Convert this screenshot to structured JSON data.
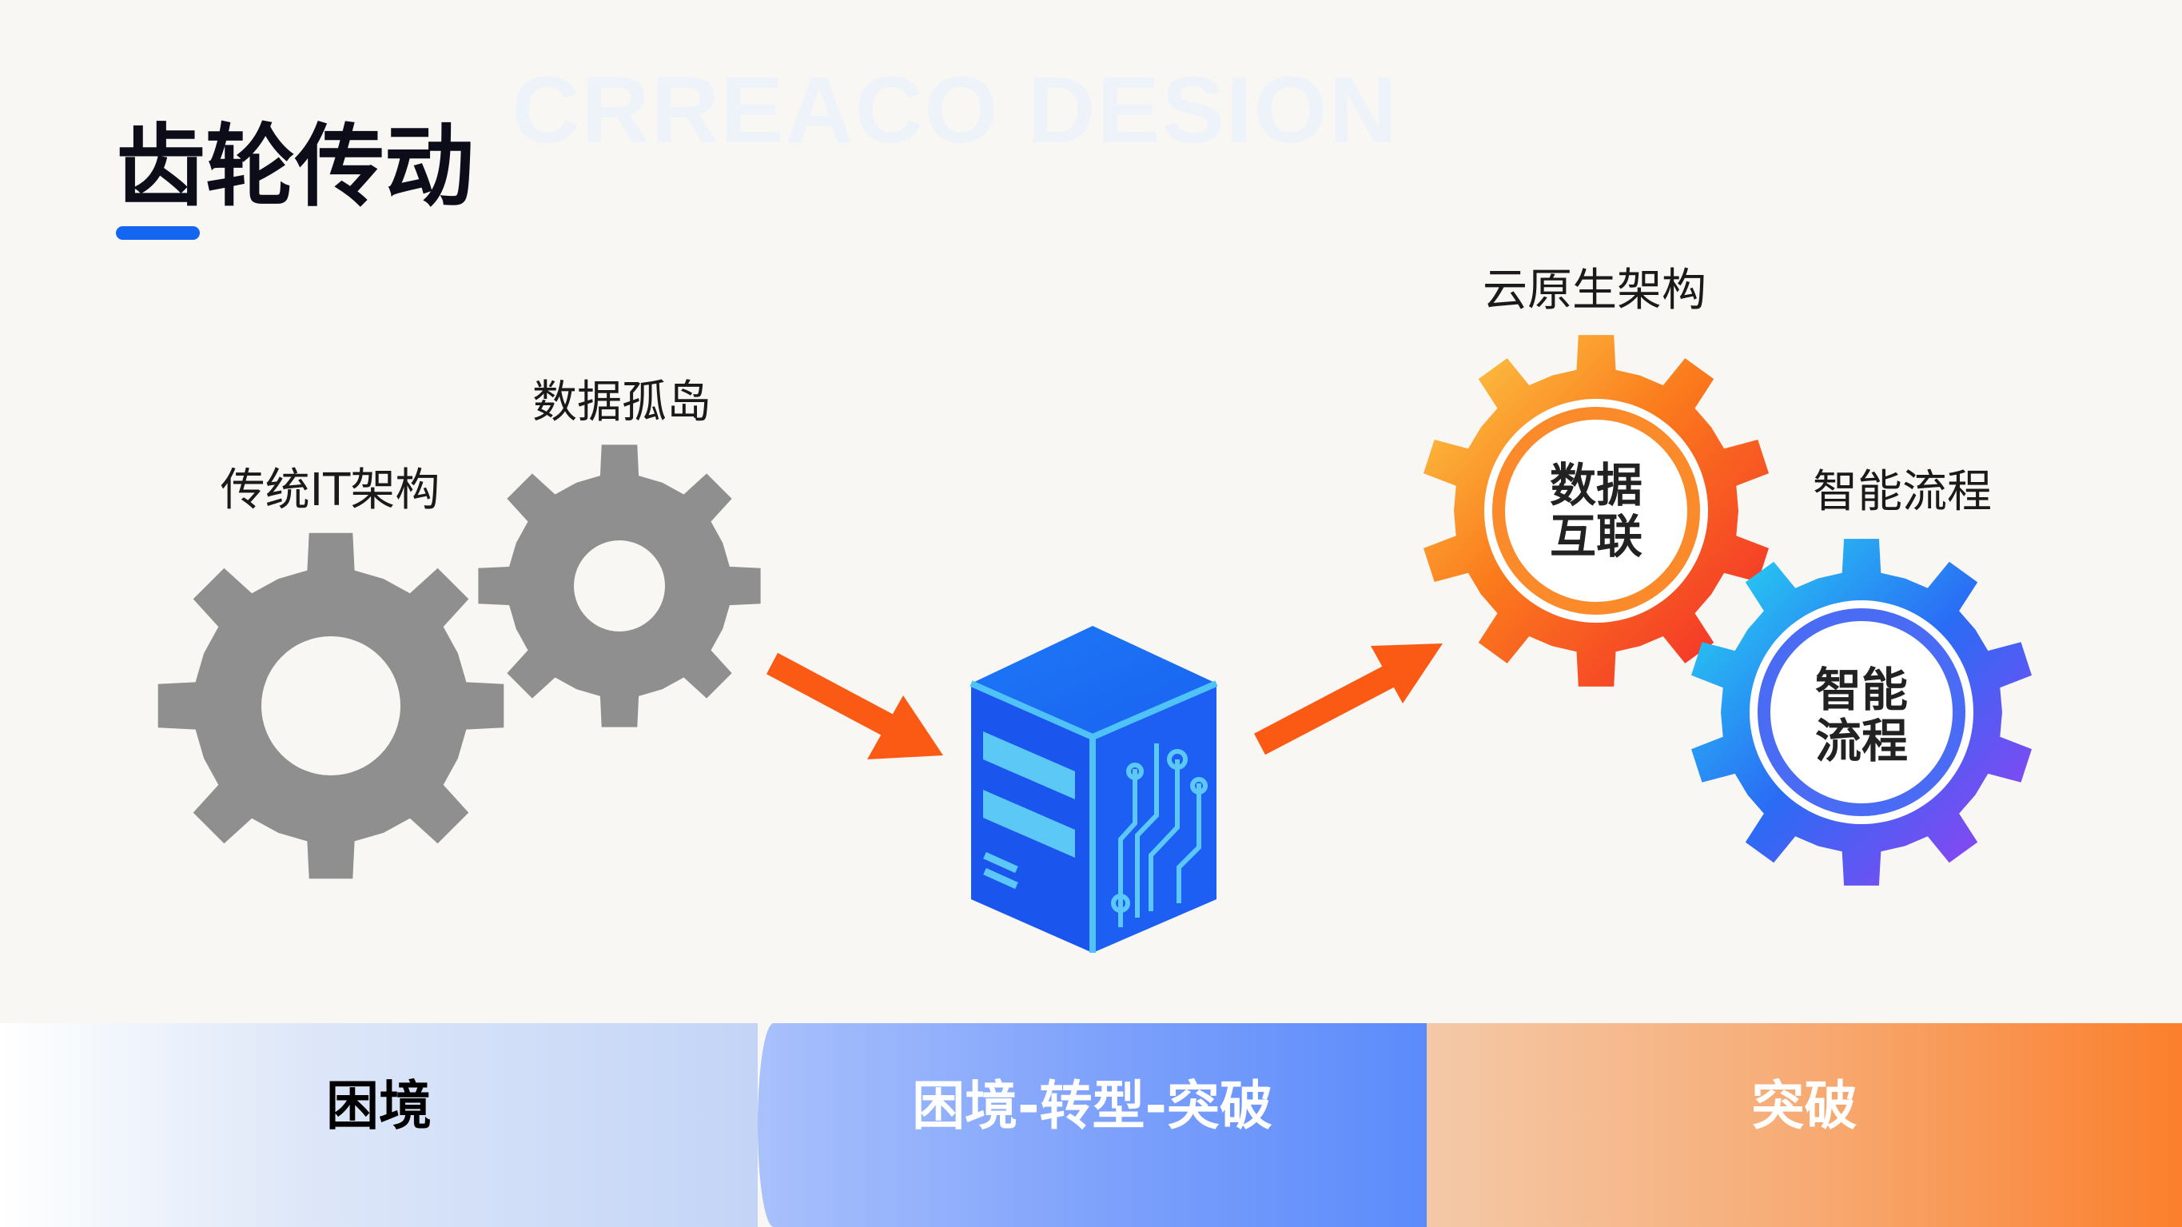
{
  "watermark": "CRREACO DESION",
  "title": "齿轮传动",
  "labels": {
    "legacy_it": "传统IT架构",
    "data_silo": "数据孤岛",
    "cloud_native": "云原生架构",
    "smart_process": "智能流程"
  },
  "gear_text": {
    "data_interconnect_1": "数据",
    "data_interconnect_2": "互联",
    "smart_process_1": "智能",
    "smart_process_2": "流程"
  },
  "bands": {
    "dilemma": "困境",
    "transition": "困境-转型-突破",
    "breakthrough": "突破"
  },
  "colors": {
    "accent_blue": "#1466f0",
    "gray_gear": "#8f8f8f",
    "arrow_orange": "#fb5a14",
    "server_blue": "#1a5cf0"
  }
}
